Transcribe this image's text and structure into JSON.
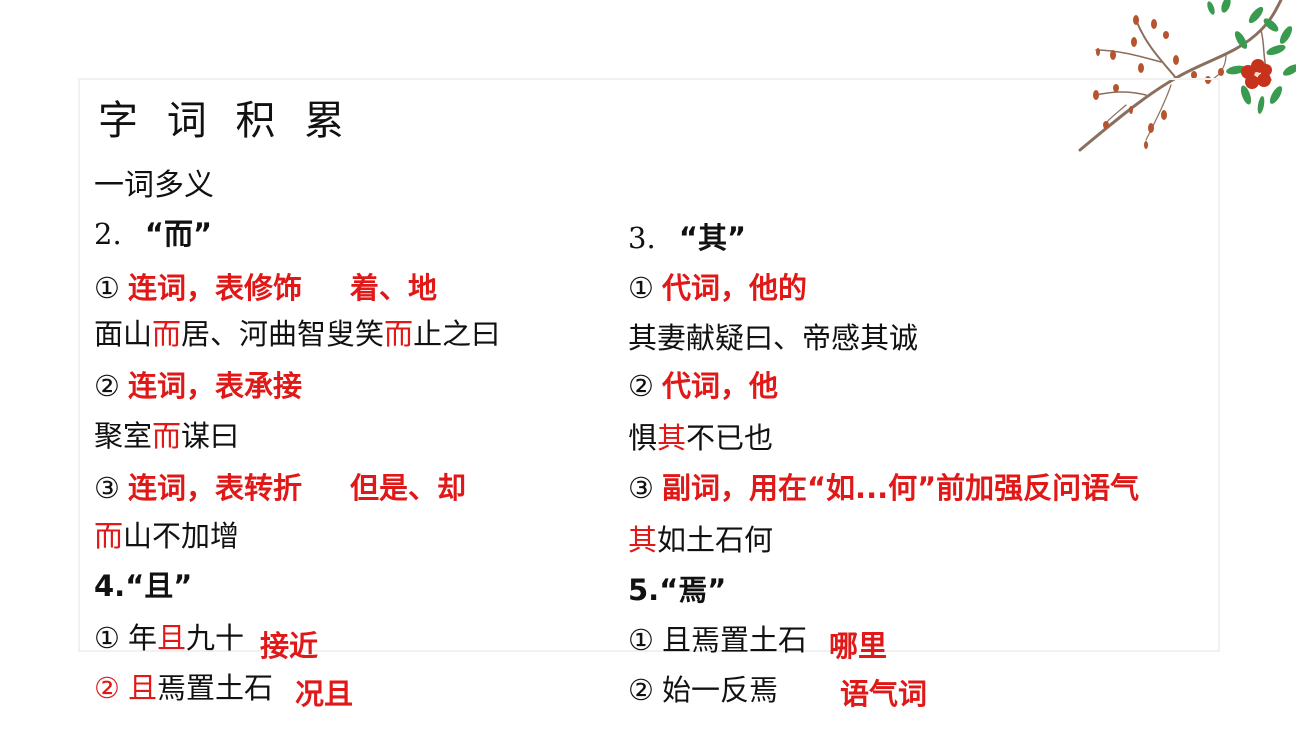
{
  "slide": {
    "title": "字 词 积 累",
    "subtitle": "一词多义",
    "colors": {
      "highlight": "#e01818",
      "text": "#111111",
      "border": "#f1f1f1"
    }
  },
  "left": {
    "s2": {
      "heading_num": "2.",
      "heading_word": "“而”",
      "items": [
        {
          "marker": "①",
          "meaning": "连词，表修饰",
          "gloss": "着、地",
          "example": [
            {
              "t": "面山"
            },
            {
              "t": "而",
              "hl": true
            },
            {
              "t": "居、河曲智叟笑"
            },
            {
              "t": "而",
              "hl": true
            },
            {
              "t": "止之曰"
            }
          ]
        },
        {
          "marker": "②",
          "meaning": "连词，表承接",
          "example": [
            {
              "t": "聚室"
            },
            {
              "t": "而",
              "hl": true
            },
            {
              "t": "谋曰"
            }
          ]
        },
        {
          "marker": "③",
          "meaning": "连词，表转折",
          "gloss": "但是、却",
          "example": [
            {
              "t": "而",
              "hl": true
            },
            {
              "t": "山不加增"
            }
          ]
        }
      ]
    },
    "s4": {
      "heading": "4.“且”",
      "items": [
        {
          "marker": "①",
          "pre": "年",
          "hl": "且",
          "post": "九十",
          "meaning": "接近"
        },
        {
          "marker": "②",
          "pre": "",
          "hl": "且",
          "post": "焉置土石",
          "meaning": "况且"
        }
      ]
    }
  },
  "right": {
    "s3": {
      "heading_num": "3.",
      "heading_word": "“其”",
      "items": [
        {
          "marker": "①",
          "meaning": "代词，他的",
          "example": [
            {
              "t": "其妻献疑曰、帝感其诚"
            }
          ]
        },
        {
          "marker": "②",
          "meaning": "代词，他",
          "example": [
            {
              "t": "惧"
            },
            {
              "t": "其",
              "hl": true
            },
            {
              "t": "不已也"
            }
          ]
        },
        {
          "marker": "③",
          "meaning": "副词，用在“如...何”前加强反问语气",
          "example": [
            {
              "t": "其",
              "hl": true
            },
            {
              "t": "如土石何"
            }
          ]
        }
      ]
    },
    "s5": {
      "heading": "5.“焉”",
      "items": [
        {
          "marker": "①",
          "text": "且焉置土石",
          "meaning": "哪里"
        },
        {
          "marker": "②",
          "text": "始一反焉",
          "meaning": "语气词"
        }
      ]
    }
  }
}
